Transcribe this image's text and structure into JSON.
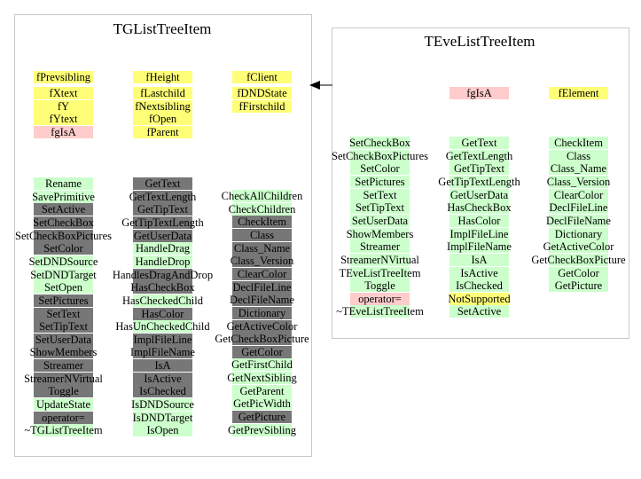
{
  "colors": {
    "g": "#ccffcc",
    "d": "#777777",
    "p": "#ffcccc",
    "y": "#ffff77"
  },
  "left": {
    "title": "TGListTreeItem",
    "fields": [
      [
        {
          "t": "fPrevsibling",
          "c": "y"
        }
      ],
      [
        {
          "t": "fXtext",
          "c": "y"
        },
        {
          "t": "fY",
          "c": "y"
        },
        {
          "t": "fYtext",
          "c": "y"
        },
        {
          "t": "fgIsA",
          "c": "p"
        }
      ],
      [
        {
          "t": "fHeight",
          "c": "y"
        }
      ],
      [
        {
          "t": "fLastchild",
          "c": "y"
        },
        {
          "t": "fNextsibling",
          "c": "y"
        },
        {
          "t": "fOpen",
          "c": "y"
        },
        {
          "t": "fParent",
          "c": "y"
        }
      ],
      [
        {
          "t": "fClient",
          "c": "y"
        }
      ],
      [
        {
          "t": "fDNDState",
          "c": "y"
        },
        {
          "t": "fFirstchild",
          "c": "y"
        }
      ]
    ],
    "methods": [
      [
        {
          "t": "Rename",
          "c": "g"
        },
        {
          "t": "SavePrimitive",
          "c": "g"
        },
        {
          "t": "SetActive",
          "c": "d"
        },
        {
          "t": "SetCheckBox",
          "c": "d"
        },
        {
          "t": "SetCheckBoxPictures",
          "c": "d"
        },
        {
          "t": "SetColor",
          "c": "d"
        },
        {
          "t": "SetDNDSource",
          "c": "g"
        },
        {
          "t": "SetDNDTarget",
          "c": "g"
        },
        {
          "t": "SetOpen",
          "c": "g"
        },
        {
          "t": "SetPictures",
          "c": "d"
        },
        {
          "t": "SetText",
          "c": "d"
        },
        {
          "t": "SetTipText",
          "c": "d"
        },
        {
          "t": "SetUserData",
          "c": "d"
        },
        {
          "t": "ShowMembers",
          "c": "d"
        },
        {
          "t": "Streamer",
          "c": "d"
        },
        {
          "t": "StreamerNVirtual",
          "c": "d"
        },
        {
          "t": "Toggle",
          "c": "d"
        },
        {
          "t": "UpdateState",
          "c": "g"
        },
        {
          "t": "operator=",
          "c": "d"
        },
        {
          "t": "~TGListTreeItem",
          "c": "g"
        }
      ],
      [
        {
          "t": "GetText",
          "c": "d"
        },
        {
          "t": "GetTextLength",
          "c": "d"
        },
        {
          "t": "GetTipText",
          "c": "d"
        },
        {
          "t": "GetTipTextLength",
          "c": "d"
        },
        {
          "t": "GetUserData",
          "c": "d"
        },
        {
          "t": "HandleDrag",
          "c": "g"
        },
        {
          "t": "HandleDrop",
          "c": "g"
        },
        {
          "t": "HandlesDragAndDrop",
          "c": "d"
        },
        {
          "t": "HasCheckBox",
          "c": "d"
        },
        {
          "t": "HasCheckedChild",
          "c": "g"
        },
        {
          "t": "HasColor",
          "c": "d"
        },
        {
          "t": "HasUnCheckedChild",
          "c": "g"
        },
        {
          "t": "ImplFileLine",
          "c": "d"
        },
        {
          "t": "ImplFileName",
          "c": "d"
        },
        {
          "t": "IsA",
          "c": "d"
        },
        {
          "t": "IsActive",
          "c": "d"
        },
        {
          "t": "IsChecked",
          "c": "d"
        },
        {
          "t": "IsDNDSource",
          "c": "g"
        },
        {
          "t": "IsDNDTarget",
          "c": "g"
        },
        {
          "t": "IsOpen",
          "c": "g"
        }
      ],
      [
        {
          "t": "CheckAllChildren",
          "c": "g"
        },
        {
          "t": "CheckChildren",
          "c": "g"
        },
        {
          "t": "CheckItem",
          "c": "d"
        },
        {
          "t": "Class",
          "c": "d"
        },
        {
          "t": "Class_Name",
          "c": "d"
        },
        {
          "t": "Class_Version",
          "c": "d"
        },
        {
          "t": "ClearColor",
          "c": "d"
        },
        {
          "t": "DeclFileLine",
          "c": "d"
        },
        {
          "t": "DeclFileName",
          "c": "d"
        },
        {
          "t": "Dictionary",
          "c": "d"
        },
        {
          "t": "GetActiveColor",
          "c": "d"
        },
        {
          "t": "GetCheckBoxPicture",
          "c": "d"
        },
        {
          "t": "GetColor",
          "c": "d"
        },
        {
          "t": "GetFirstChild",
          "c": "g"
        },
        {
          "t": "GetNextSibling",
          "c": "g"
        },
        {
          "t": "GetParent",
          "c": "g"
        },
        {
          "t": "GetPicWidth",
          "c": "g"
        },
        {
          "t": "GetPicture",
          "c": "d"
        },
        {
          "t": "GetPrevSibling",
          "c": "g"
        }
      ]
    ]
  },
  "right": {
    "title": "TEveListTreeItem",
    "fields": [
      [
        {
          "t": "fgIsA",
          "c": "p"
        }
      ],
      [
        {
          "t": "fElement",
          "c": "y"
        }
      ]
    ],
    "methods": [
      [
        {
          "t": "SetCheckBox",
          "c": "g"
        },
        {
          "t": "SetCheckBoxPictures",
          "c": "g"
        },
        {
          "t": "SetColor",
          "c": "g"
        },
        {
          "t": "SetPictures",
          "c": "g"
        },
        {
          "t": "SetText",
          "c": "g"
        },
        {
          "t": "SetTipText",
          "c": "g"
        },
        {
          "t": "SetUserData",
          "c": "g"
        },
        {
          "t": "ShowMembers",
          "c": "g"
        },
        {
          "t": "Streamer",
          "c": "g"
        },
        {
          "t": "StreamerNVirtual",
          "c": "g"
        },
        {
          "t": "TEveListTreeItem",
          "c": "g"
        },
        {
          "t": "Toggle",
          "c": "g"
        },
        {
          "t": "operator=",
          "c": "p"
        },
        {
          "t": "~TEveListTreeItem",
          "c": "g"
        }
      ],
      [
        {
          "t": "GetText",
          "c": "g"
        },
        {
          "t": "GetTextLength",
          "c": "g"
        },
        {
          "t": "GetTipText",
          "c": "g"
        },
        {
          "t": "GetTipTextLength",
          "c": "g"
        },
        {
          "t": "GetUserData",
          "c": "g"
        },
        {
          "t": "HasCheckBox",
          "c": "g"
        },
        {
          "t": "HasColor",
          "c": "g"
        },
        {
          "t": "ImplFileLine",
          "c": "g"
        },
        {
          "t": "ImplFileName",
          "c": "g"
        },
        {
          "t": "IsA",
          "c": "g"
        },
        {
          "t": "IsActive",
          "c": "g"
        },
        {
          "t": "IsChecked",
          "c": "g"
        },
        {
          "t": "NotSupported",
          "c": "y"
        },
        {
          "t": "SetActive",
          "c": "g"
        }
      ],
      [
        {
          "t": "CheckItem",
          "c": "g"
        },
        {
          "t": "Class",
          "c": "g"
        },
        {
          "t": "Class_Name",
          "c": "g"
        },
        {
          "t": "Class_Version",
          "c": "g"
        },
        {
          "t": "ClearColor",
          "c": "g"
        },
        {
          "t": "DeclFileLine",
          "c": "g"
        },
        {
          "t": "DeclFileName",
          "c": "g"
        },
        {
          "t": "Dictionary",
          "c": "g"
        },
        {
          "t": "GetActiveColor",
          "c": "g"
        },
        {
          "t": "GetCheckBoxPicture",
          "c": "g"
        },
        {
          "t": "GetColor",
          "c": "g"
        },
        {
          "t": "GetPicture",
          "c": "g"
        }
      ]
    ]
  }
}
